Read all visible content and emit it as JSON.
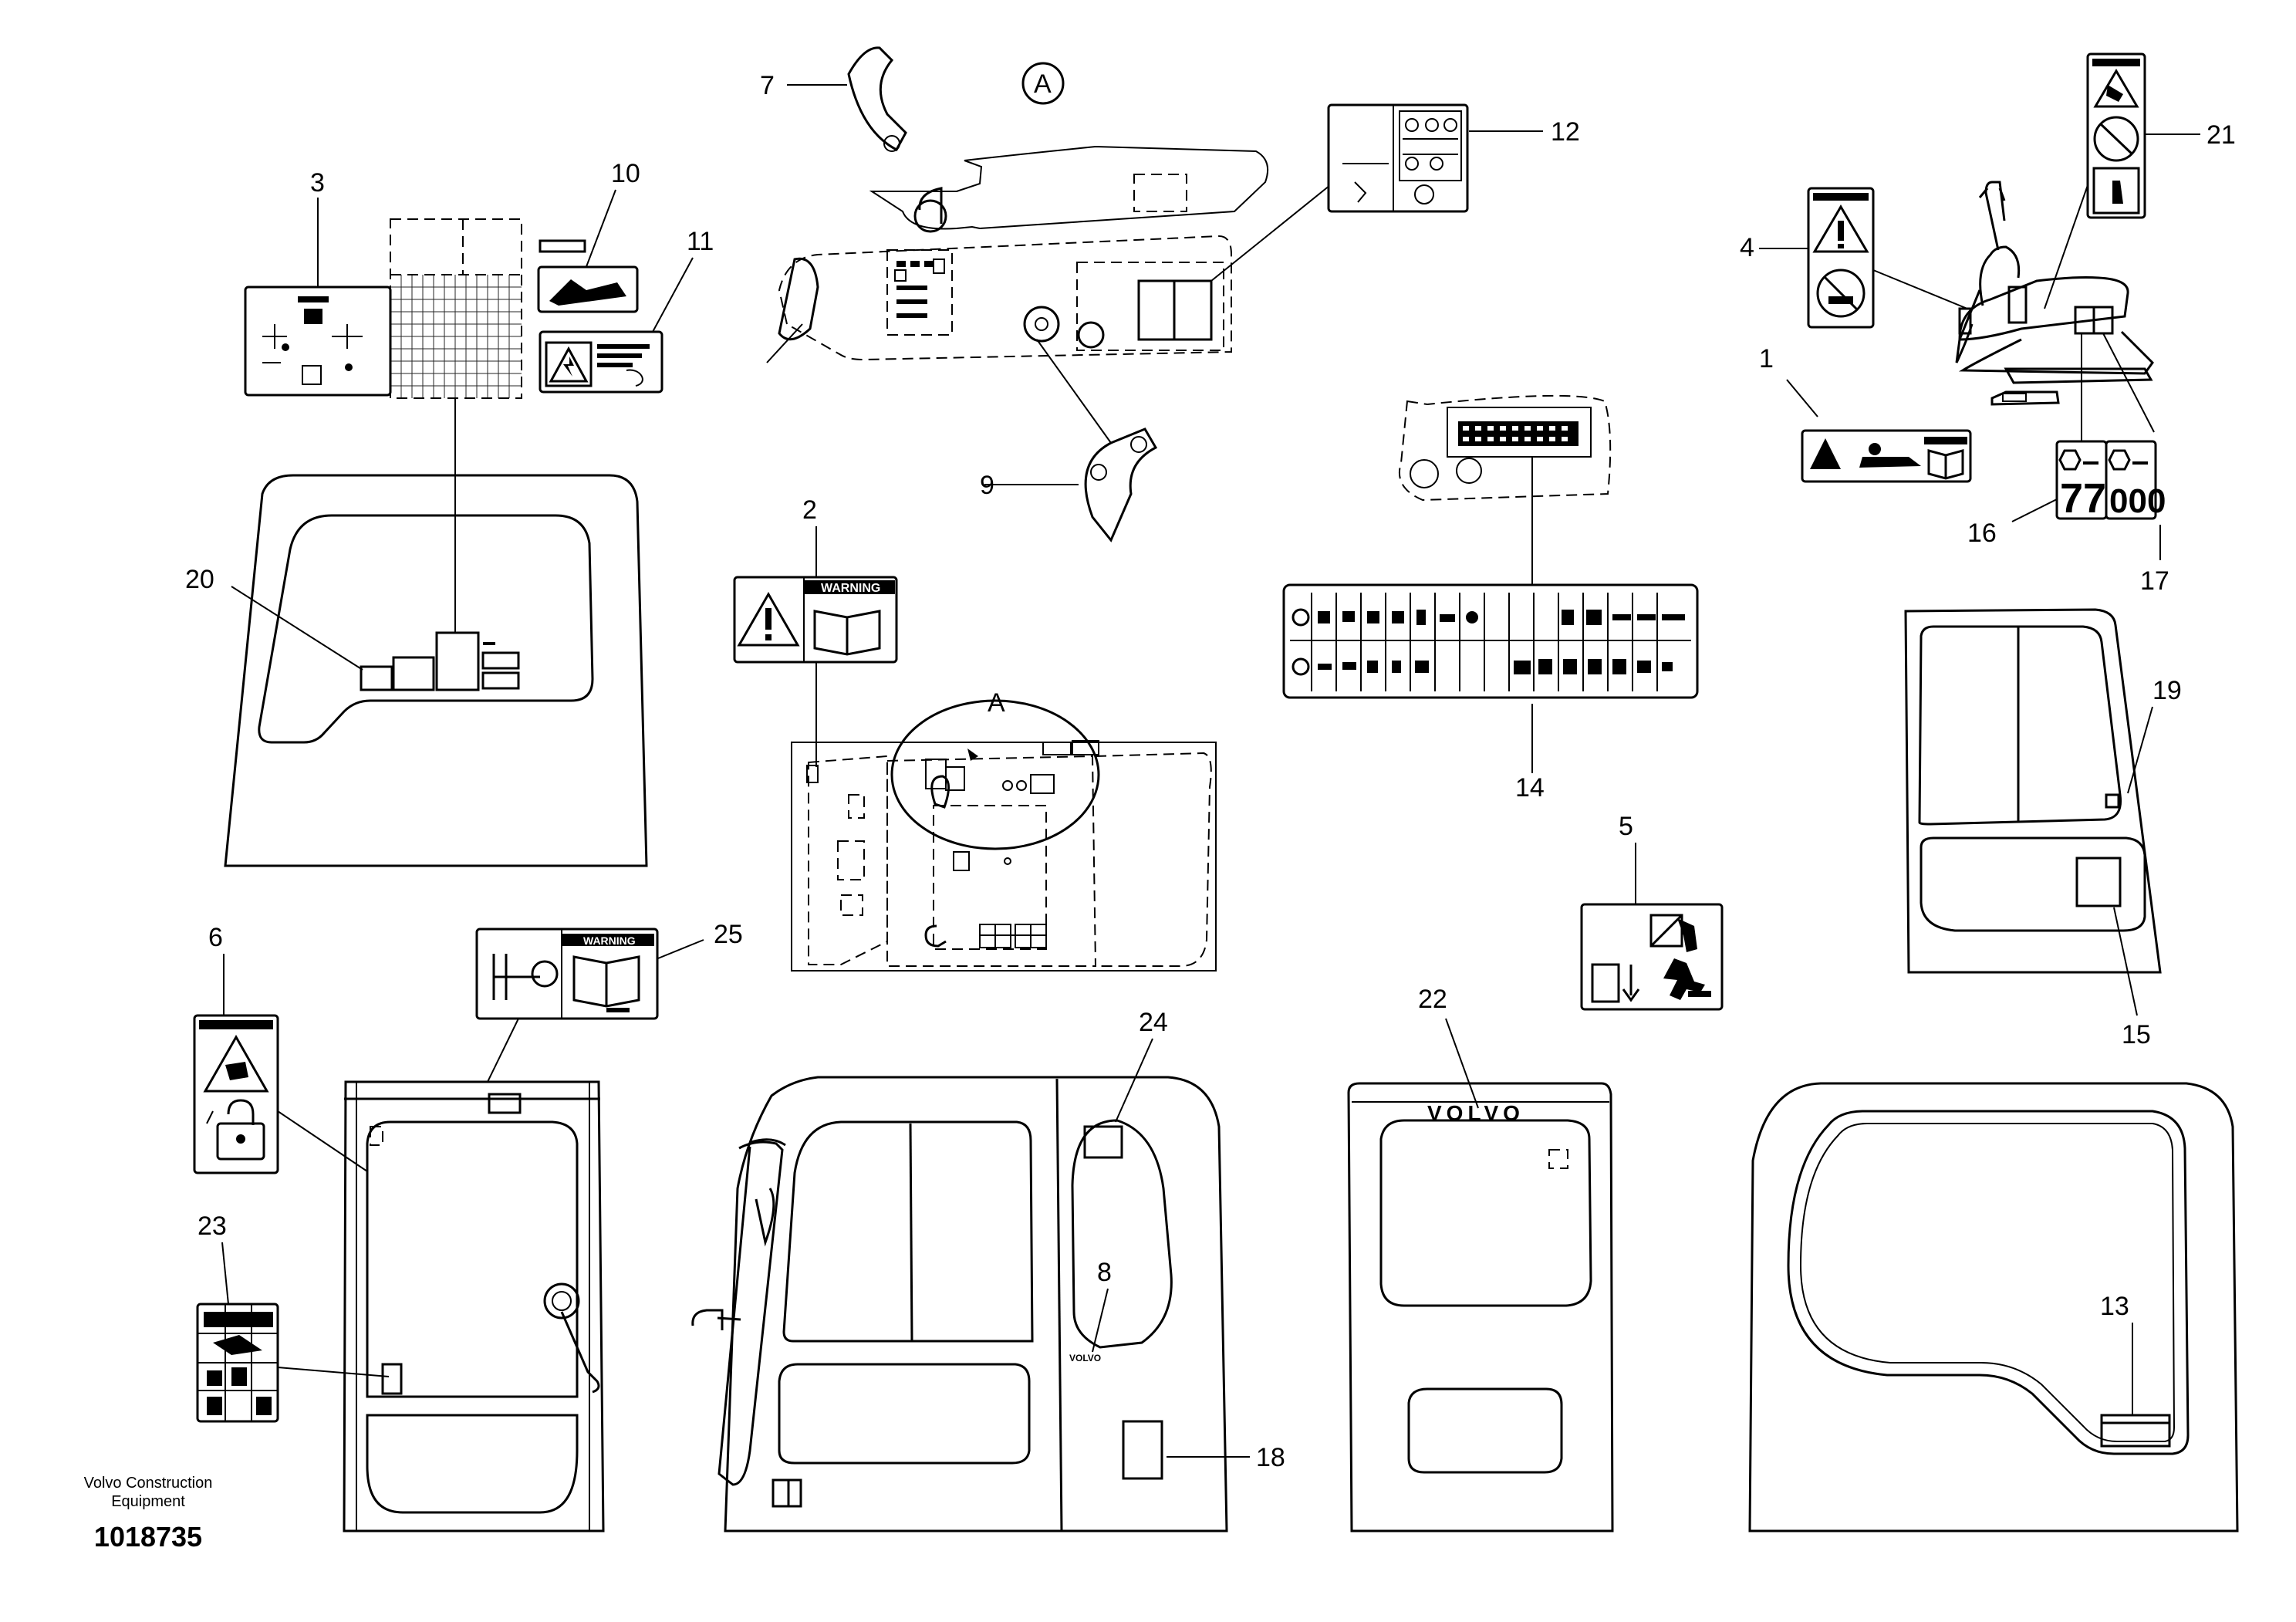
{
  "callouts": [
    "1",
    "2",
    "3",
    "4",
    "5",
    "6",
    "7",
    "8",
    "9",
    "10",
    "11",
    "12",
    "13",
    "14",
    "15",
    "16",
    "17",
    "18",
    "19",
    "20",
    "21",
    "22",
    "23",
    "24",
    "25"
  ],
  "view_marker": "A",
  "detail_marker": "A",
  "brand_text": "VOLVO",
  "warning_text": "WARNING",
  "caption": {
    "line1": "Volvo Construction",
    "line2": "Equipment",
    "number": "1018735"
  },
  "label_16": {
    "value": "77"
  },
  "label_17": {
    "value": "000"
  }
}
